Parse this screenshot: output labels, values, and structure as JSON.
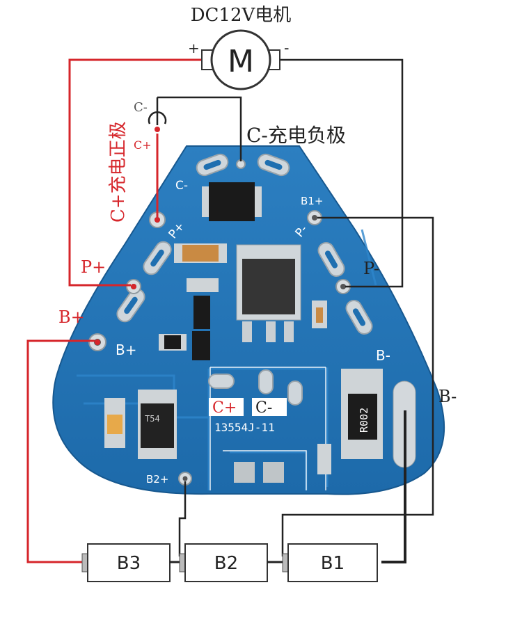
{
  "title": "DC12V电机",
  "motor": {
    "symbol": "M",
    "plus": "+",
    "minus": "-"
  },
  "charge": {
    "c_minus_small": "C-",
    "c_plus_small": "C+",
    "c_minus_label": "C-充电负极",
    "c_plus_label": "C+充电正极"
  },
  "terminals": {
    "p_plus": "P+",
    "p_minus": "P-",
    "b_plus": "B+",
    "b_minus_side": "B-",
    "b_minus_board": "B-",
    "b_plus_board": "B+",
    "b1_plus": "B1+",
    "b2_plus": "B2+",
    "c_minus_board": "C-",
    "p_plus_board": "P+",
    "p_minus_board": "P-"
  },
  "board": {
    "c_plus_pad": "C+",
    "c_minus_pad": "C-",
    "model": "13554J-11",
    "resistor": "R002",
    "chip": "T54"
  },
  "batteries": [
    "B3",
    "B2",
    "B1"
  ],
  "colors": {
    "red_wire": "#d6262b",
    "black_wire": "#222222",
    "pcb": "#1f6fb0",
    "red_text": "#d6262b"
  }
}
